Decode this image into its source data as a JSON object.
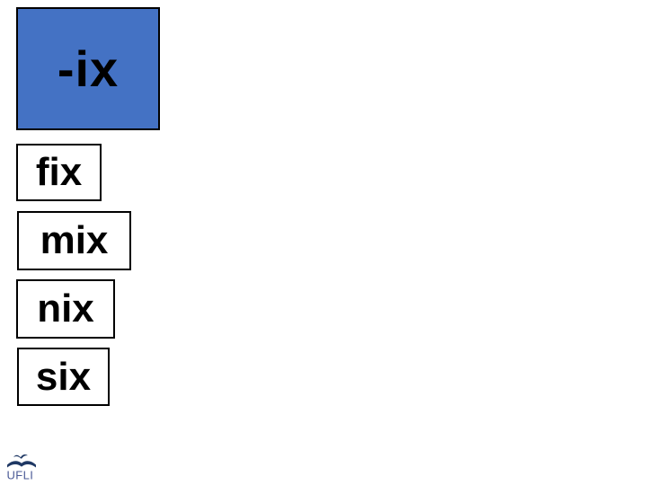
{
  "slide": {
    "title_card": {
      "label": "-ix"
    },
    "word_cards": [
      {
        "label": "fix"
      },
      {
        "label": "mix"
      },
      {
        "label": "nix"
      },
      {
        "label": "six"
      }
    ],
    "logo": {
      "text": "UFLI",
      "icon": "bird-over-open-book"
    },
    "colors": {
      "title_card_bg": "#4472C4",
      "card_border": "#000000",
      "text": "#000000",
      "logo_navy": "#1F3864",
      "logo_text_blue": "#4A5A96"
    }
  }
}
